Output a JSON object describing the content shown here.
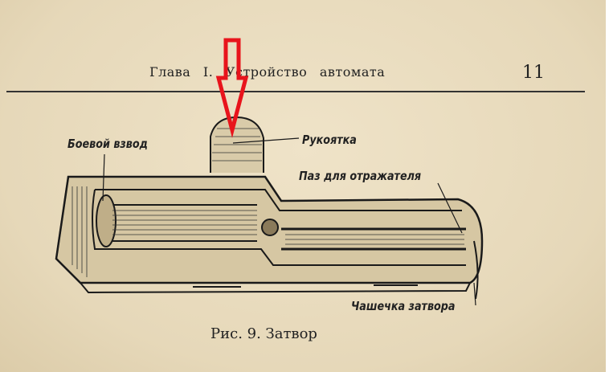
{
  "header": {
    "chapter": "Глава I. Устройство автомата",
    "page_number": "11"
  },
  "figure": {
    "labels": {
      "cocking_notch": "Боевой взвод",
      "handle": "Рукоятка",
      "ejector_groove": "Паз для отражателя",
      "bolt_face": "Чашечка затвора"
    },
    "caption": "Рис. 9. Затвор"
  },
  "annotation": {
    "arrow_color": "#e8141c",
    "arrow_direction": "down"
  }
}
